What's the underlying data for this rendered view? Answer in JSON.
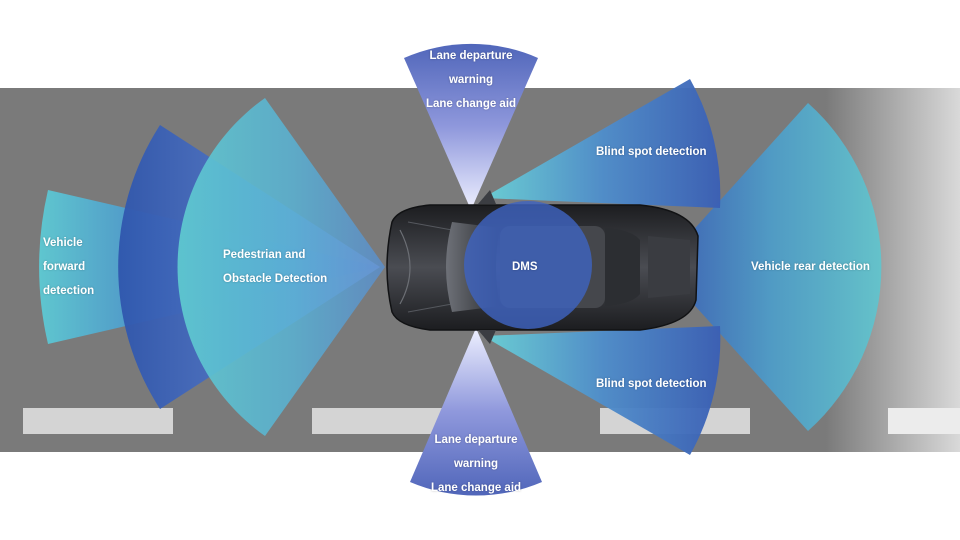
{
  "zones": {
    "vehicle_forward": [
      "Vehicle",
      "forward",
      "detection"
    ],
    "pedestrian": [
      "Pedestrian and",
      "Obstacle Detection"
    ],
    "lane_top": [
      "Lane departure",
      "warning",
      "Lane change aid"
    ],
    "lane_bottom": [
      "Lane departure",
      "warning",
      "Lane change aid"
    ],
    "blind_top": "Blind spot detection",
    "blind_bottom": "Blind spot detection",
    "dms": "DMS",
    "rear": "Vehicle rear detection"
  },
  "colors": {
    "road": "#7a7a7a",
    "lane_marking": "#d4d4d4",
    "cyan": "#5cc4cf",
    "blue": "#3d63b5",
    "lavender": "#c9ccf2",
    "car_body": "#2b2d31"
  }
}
